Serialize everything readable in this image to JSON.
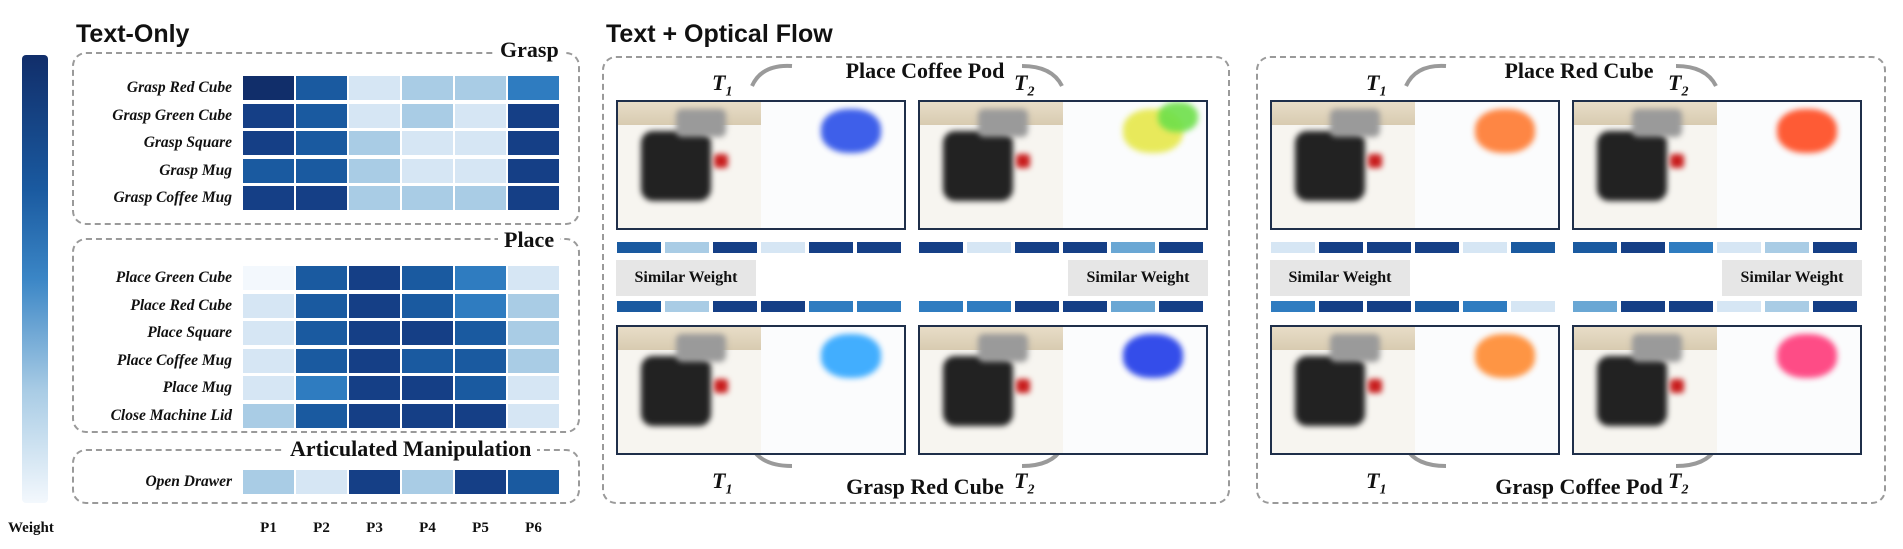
{
  "colors": {
    "scale": [
      "#f3f8fd",
      "#d6e6f4",
      "#a9cce5",
      "#6aa7d4",
      "#2f7cc0",
      "#1a5aa0",
      "#153f86",
      "#112e6a"
    ]
  },
  "colorbar": {
    "label": "Weight"
  },
  "text_only": {
    "title": "Text-Only",
    "column_labels": [
      "P1",
      "P2",
      "P3",
      "P4",
      "P5",
      "P6"
    ],
    "groups": [
      {
        "title": "Grasp",
        "rows": [
          {
            "label": "Grasp Red Cube",
            "weights": [
              0.95,
              0.7,
              0.1,
              0.35,
              0.3,
              0.55
            ]
          },
          {
            "label": "Grasp Green Cube",
            "weights": [
              0.9,
              0.68,
              0.15,
              0.3,
              0.2,
              0.8
            ]
          },
          {
            "label": "Grasp Square",
            "weights": [
              0.85,
              0.75,
              0.3,
              0.1,
              0.2,
              0.8
            ]
          },
          {
            "label": "Grasp Mug",
            "weights": [
              0.75,
              0.72,
              0.35,
              0.1,
              0.1,
              0.9
            ]
          },
          {
            "label": "Grasp Coffee Mug",
            "weights": [
              0.88,
              0.82,
              0.3,
              0.22,
              0.3,
              0.82
            ]
          }
        ]
      },
      {
        "title": "Place",
        "rows": [
          {
            "label": "Place Green Cube",
            "weights": [
              0.05,
              0.75,
              0.92,
              0.75,
              0.5,
              0.2
            ]
          },
          {
            "label": "Place Red Cube",
            "weights": [
              0.1,
              0.78,
              0.9,
              0.78,
              0.55,
              0.3
            ]
          },
          {
            "label": "Place Square",
            "weights": [
              0.15,
              0.72,
              0.85,
              0.8,
              0.65,
              0.35
            ]
          },
          {
            "label": "Place Coffee Mug",
            "weights": [
              0.15,
              0.65,
              0.88,
              0.78,
              0.7,
              0.3
            ]
          },
          {
            "label": "Place Mug",
            "weights": [
              0.2,
              0.55,
              0.9,
              0.8,
              0.72,
              0.15
            ]
          },
          {
            "label": "Close Machine Lid",
            "weights": [
              0.3,
              0.75,
              0.82,
              0.82,
              0.85,
              0.2
            ]
          }
        ]
      },
      {
        "title": "Articulated Manipulation",
        "rows": [
          {
            "label": "Open Drawer",
            "weights": [
              0.35,
              0.2,
              0.85,
              0.35,
              0.88,
              0.75
            ]
          }
        ]
      }
    ]
  },
  "flow_section": {
    "title": "Text + Optical Flow",
    "panels": [
      {
        "top_task": "Place Coffee Pod",
        "bottom_task": "Grasp Red Cube",
        "t1": "T",
        "t2": "T",
        "sub1": "1",
        "sub2": "2",
        "left_similar_label": "Similar Weight",
        "right_similar_label": "Similar Weight",
        "bars_top_left": [
          0.75,
          0.3,
          0.85,
          0.15,
          0.85,
          0.88
        ],
        "bars_top_right": [
          0.85,
          0.15,
          0.85,
          0.85,
          0.45,
          0.8
        ],
        "bars_bottom_left": [
          0.75,
          0.3,
          0.9,
          0.85,
          0.6,
          0.55
        ],
        "bars_bottom_right": [
          0.6,
          0.55,
          0.85,
          0.85,
          0.45,
          0.8
        ]
      },
      {
        "top_task": "Place Red Cube",
        "bottom_task": "Grasp Coffee Pod",
        "t1": "T",
        "t2": "T",
        "sub1": "1",
        "sub2": "2",
        "left_similar_label": "Similar Weight",
        "right_similar_label": "Similar Weight",
        "bars_top_left": [
          0.15,
          0.9,
          0.88,
          0.8,
          0.1,
          0.7
        ],
        "bars_top_right": [
          0.7,
          0.8,
          0.55,
          0.15,
          0.35,
          0.9
        ],
        "bars_bottom_left": [
          0.5,
          0.88,
          0.85,
          0.75,
          0.5,
          0.2
        ],
        "bars_bottom_right": [
          0.45,
          0.9,
          0.88,
          0.1,
          0.3,
          0.9
        ]
      }
    ]
  }
}
